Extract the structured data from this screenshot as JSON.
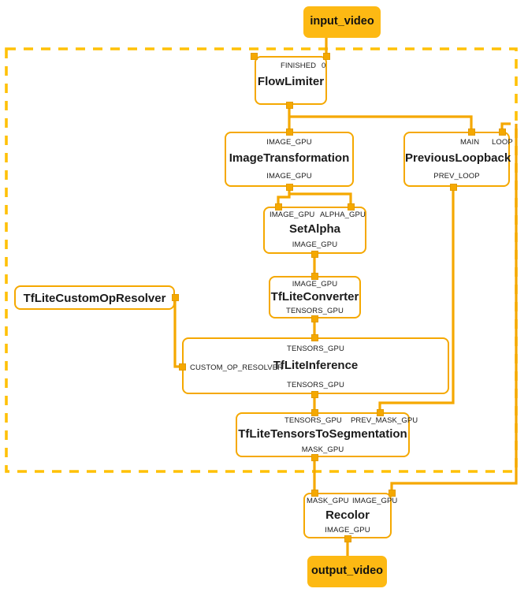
{
  "diagram": {
    "type": "mediapipe-calculator-graph",
    "accent_color": "#F5A800",
    "terminal_color": "#FDB913",
    "subgraph_border": "dashed",
    "terminals": [
      {
        "id": "input_video",
        "label": "input_video"
      },
      {
        "id": "output_video",
        "label": "output_video"
      }
    ],
    "nodes": [
      {
        "id": "flow_limiter",
        "title": "FlowLimiter",
        "inputs": [
          "FINISHED",
          "0"
        ],
        "outputs": [
          ""
        ]
      },
      {
        "id": "image_transformation",
        "title": "ImageTransformation",
        "inputs": [
          "IMAGE_GPU"
        ],
        "outputs": [
          "IMAGE_GPU"
        ]
      },
      {
        "id": "previous_loopback",
        "title": "PreviousLoopback",
        "inputs": [
          "MAIN",
          "LOOP"
        ],
        "outputs": [
          "PREV_LOOP"
        ]
      },
      {
        "id": "set_alpha",
        "title": "SetAlpha",
        "inputs": [
          "IMAGE_GPU",
          "ALPHA_GPU"
        ],
        "outputs": [
          "IMAGE_GPU"
        ]
      },
      {
        "id": "tflite_converter",
        "title": "TfLiteConverter",
        "inputs": [
          "IMAGE_GPU"
        ],
        "outputs": [
          "TENSORS_GPU"
        ]
      },
      {
        "id": "tflite_custom_op_resolver",
        "title": "TfLiteCustomOpResolver",
        "inputs": [],
        "outputs": [
          ""
        ]
      },
      {
        "id": "tflite_inference",
        "title": "TfLiteInference",
        "inputs": [
          "TENSORS_GPU",
          "CUSTOM_OP_RESOLVER"
        ],
        "outputs": [
          "TENSORS_GPU"
        ]
      },
      {
        "id": "tflite_tensors_to_segmentation",
        "title": "TfLiteTensorsToSegmentation",
        "inputs": [
          "TENSORS_GPU",
          "PREV_MASK_GPU"
        ],
        "outputs": [
          "MASK_GPU"
        ]
      },
      {
        "id": "recolor",
        "title": "Recolor",
        "inputs": [
          "MASK_GPU",
          "IMAGE_GPU"
        ],
        "outputs": [
          "IMAGE_GPU"
        ]
      }
    ],
    "labels": {
      "flow_limiter_in_finished": "FINISHED",
      "flow_limiter_in_zero": "0",
      "image_transformation_in": "IMAGE_GPU",
      "image_transformation_out": "IMAGE_GPU",
      "previous_loopback_in_main": "MAIN",
      "previous_loopback_in_loop": "LOOP",
      "previous_loopback_out": "PREV_LOOP",
      "set_alpha_in_image": "IMAGE_GPU",
      "set_alpha_in_alpha": "ALPHA_GPU",
      "set_alpha_out": "IMAGE_GPU",
      "tflite_converter_in": "IMAGE_GPU",
      "tflite_converter_out": "TENSORS_GPU",
      "tflite_inference_in_tensors": "TENSORS_GPU",
      "tflite_inference_in_resolver": "CUSTOM_OP_RESOLVER",
      "tflite_inference_out": "TENSORS_GPU",
      "segmentation_in_tensors": "TENSORS_GPU",
      "segmentation_in_prev": "PREV_MASK_GPU",
      "segmentation_out": "MASK_GPU",
      "recolor_in_mask": "MASK_GPU",
      "recolor_in_image": "IMAGE_GPU",
      "recolor_out": "IMAGE_GPU"
    }
  }
}
